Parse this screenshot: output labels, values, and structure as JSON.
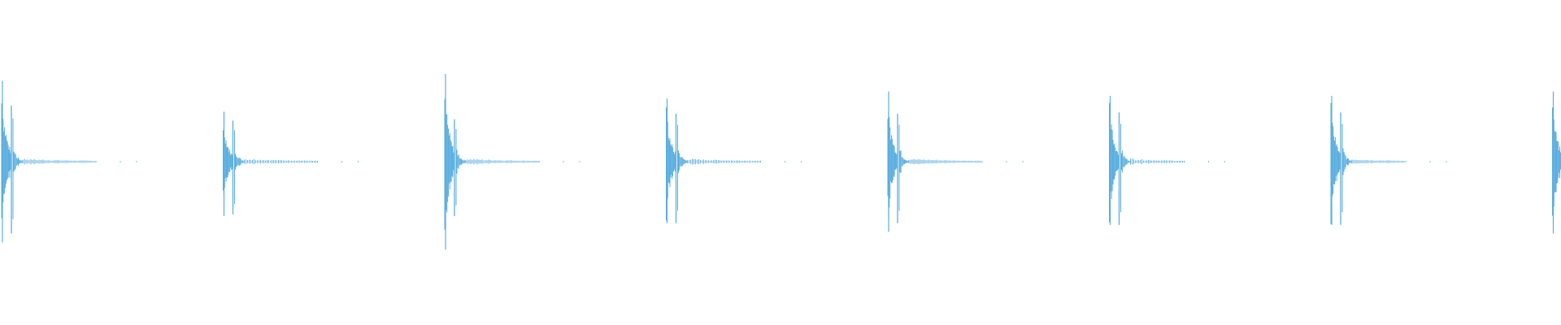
{
  "waveform": {
    "color": "#5aaee0",
    "background": "#ffffff",
    "bursts": [
      {
        "peak_top": 0.92,
        "peak_bottom": 0.92,
        "secondary": 0.82,
        "tail": 0.46
      },
      {
        "peak_top": 0.57,
        "peak_bottom": 0.62,
        "secondary": 0.6,
        "tail": 0.46
      },
      {
        "peak_top": 1.0,
        "peak_bottom": 1.0,
        "secondary": 0.62,
        "tail": 0.46
      },
      {
        "peak_top": 0.72,
        "peak_bottom": 0.7,
        "secondary": 0.7,
        "tail": 0.46
      },
      {
        "peak_top": 0.8,
        "peak_bottom": 0.8,
        "secondary": 0.7,
        "tail": 0.46
      },
      {
        "peak_top": 0.75,
        "peak_bottom": 0.72,
        "secondary": 0.72,
        "tail": 0.34
      },
      {
        "peak_top": 0.75,
        "peak_bottom": 0.72,
        "secondary": 0.72,
        "tail": 0.34
      },
      {
        "peak_top": 0.8,
        "peak_bottom": 0.82,
        "secondary": 0.82,
        "tail": 0.05
      }
    ]
  }
}
